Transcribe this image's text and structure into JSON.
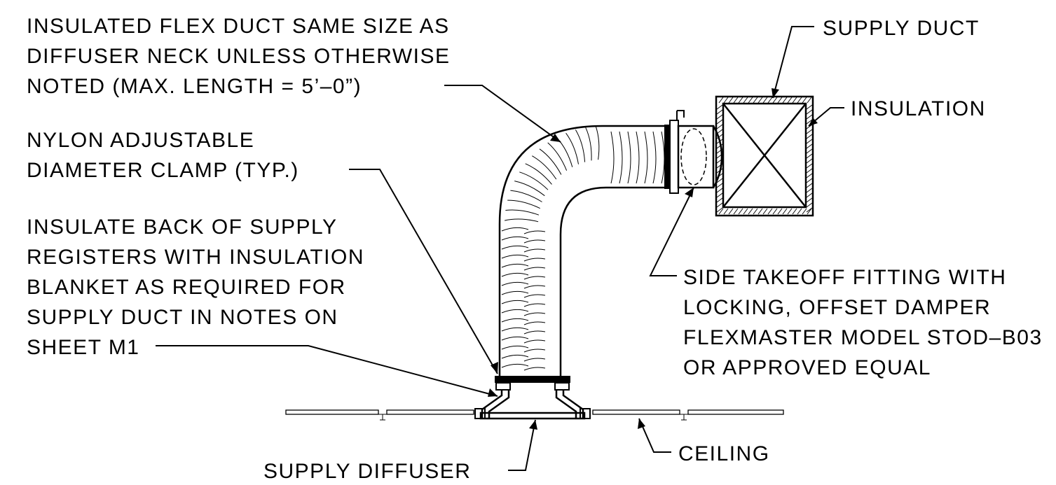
{
  "labels": {
    "flex_duct": [
      "INSULATED FLEX DUCT SAME SIZE AS",
      "DIFFUSER NECK UNLESS OTHERWISE",
      "NOTED (MAX. LENGTH = 5’–0”)"
    ],
    "clamp": [
      "NYLON ADJUSTABLE",
      "DIAMETER CLAMP (TYP.)"
    ],
    "insulate_back": [
      "INSULATE BACK OF SUPPLY",
      "REGISTERS WITH INSULATION",
      "BLANKET AS REQUIRED FOR",
      "SUPPLY DUCT IN NOTES ON",
      "SHEET M1"
    ],
    "supply_duct": "SUPPLY DUCT",
    "insulation": "INSULATION",
    "takeoff": [
      "SIDE TAKEOFF FITTING WITH",
      "LOCKING, OFFSET DAMPER",
      "FLEXMASTER MODEL STOD–B03",
      "OR APPROVED EQUAL"
    ],
    "ceiling": "CEILING",
    "diffuser": "SUPPLY DIFFUSER"
  }
}
